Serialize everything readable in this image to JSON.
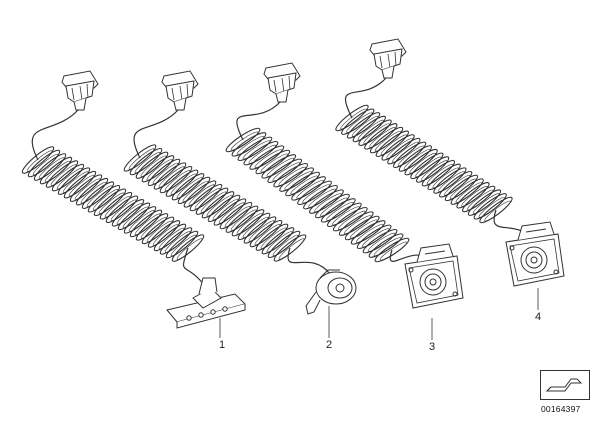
{
  "parts": [
    {
      "callout": "1",
      "connector": "flat-plug"
    },
    {
      "callout": "2",
      "connector": "round-plug"
    },
    {
      "callout": "3",
      "connector": "square-socket"
    },
    {
      "callout": "4",
      "connector": "square-socket"
    }
  ],
  "reference_number": "00164397",
  "colors": {
    "line": "#333333",
    "background": "#ffffff"
  }
}
